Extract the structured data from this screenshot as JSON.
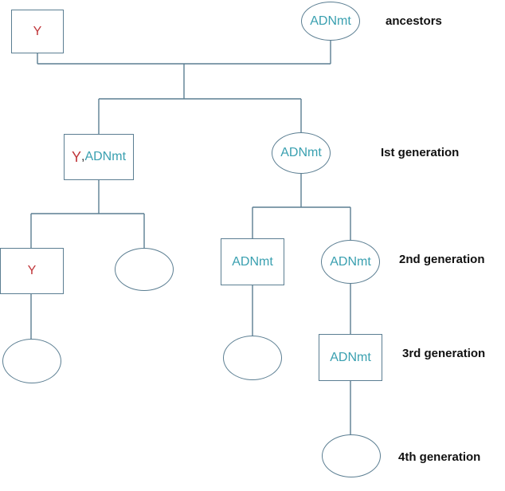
{
  "generation_labels": {
    "ancestors": "ancestors",
    "first": "Ist generation",
    "second": "2nd generation",
    "third": "3rd generation",
    "fourth": "4th generation"
  },
  "nodes": {
    "ancestor_male": {
      "y_marker": "Y"
    },
    "ancestor_female": {
      "mt_marker": "ADNmt"
    },
    "gen1_male": {
      "y_marker": "Y",
      "separator": ",",
      "mt_marker": "ADNmt"
    },
    "gen1_female": {
      "mt_marker": "ADNmt"
    },
    "gen2_male_left": {
      "y_marker": "Y"
    },
    "gen2_female_left": {},
    "gen2_male_right": {
      "mt_marker": "ADNmt"
    },
    "gen2_female_right": {
      "mt_marker": "ADNmt"
    },
    "gen3_female_left": {},
    "gen3_female_middle": {},
    "gen3_male_right": {
      "mt_marker": "ADNmt"
    },
    "gen4_female": {}
  },
  "colors": {
    "y_marker": "#c0363a",
    "mt_marker": "#3aa0b0",
    "line": "#5b7e92"
  }
}
